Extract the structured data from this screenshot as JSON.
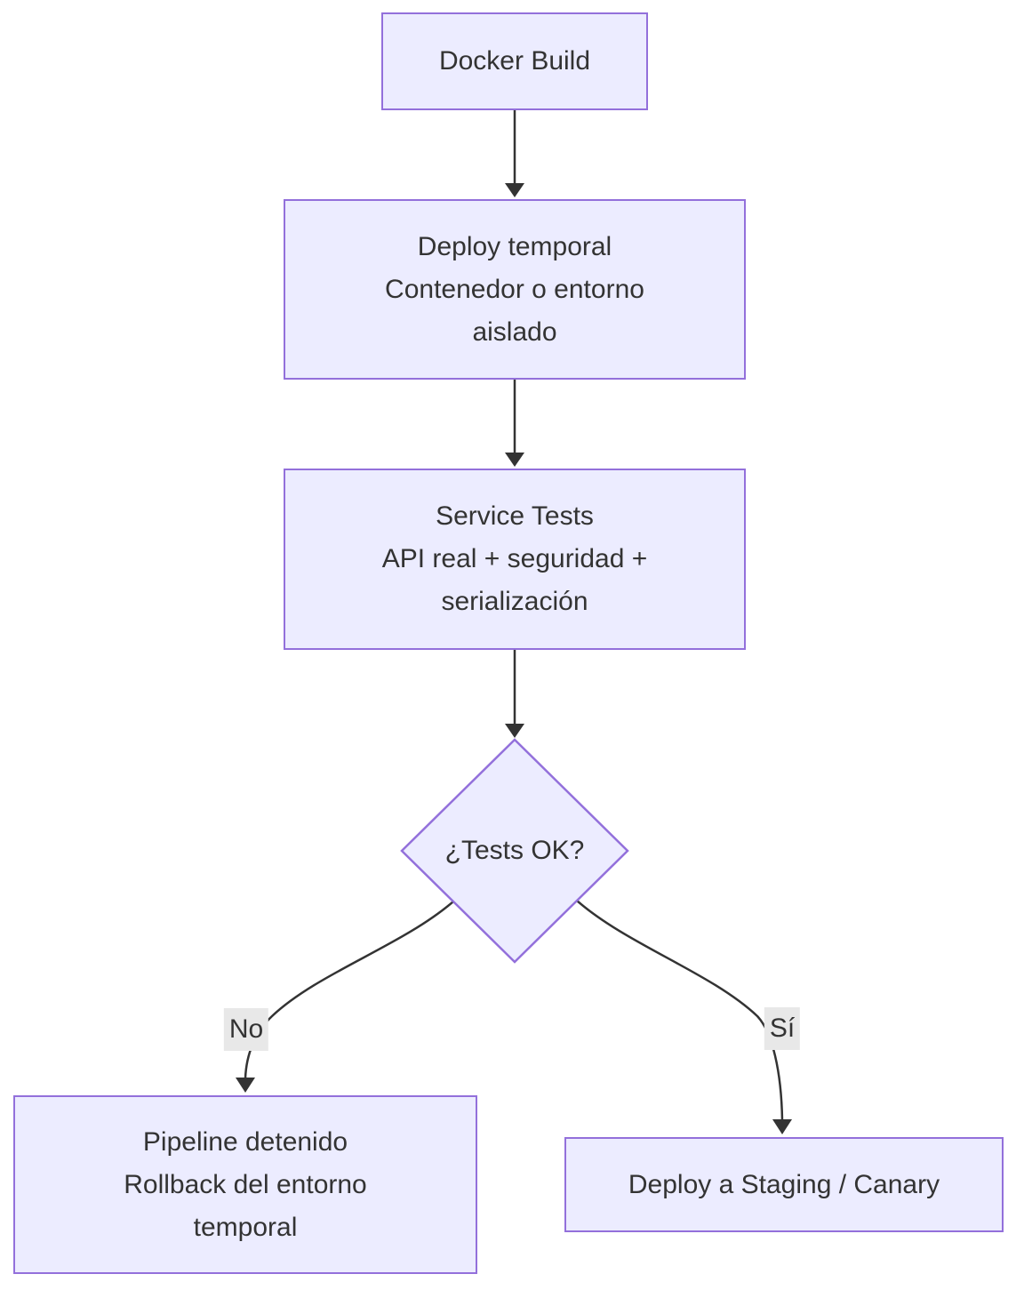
{
  "diagram": {
    "type": "flowchart",
    "direction": "top-down",
    "colors": {
      "background": "#ffffff",
      "node_fill": "#ECECFF",
      "node_border": "#9370DB",
      "text": "#333333",
      "edge_line": "#333333",
      "edge_label_background": "#e8e8e8"
    },
    "nodes": {
      "docker_build": {
        "shape": "rect",
        "label": "Docker Build"
      },
      "deploy_temporal": {
        "shape": "rect",
        "label": "Deploy temporal\nContenedor o entorno\naislado"
      },
      "service_tests": {
        "shape": "rect",
        "label": "Service Tests\nAPI real + seguridad +\nserialización"
      },
      "tests_ok": {
        "shape": "diamond",
        "label": "¿Tests OK?"
      },
      "pipeline_detenido": {
        "shape": "rect",
        "label": "Pipeline detenido\nRollback del entorno\ntemporal"
      },
      "deploy_staging": {
        "shape": "rect",
        "label": "Deploy a Staging / Canary"
      }
    },
    "edges": [
      {
        "from": "docker_build",
        "to": "deploy_temporal",
        "label": ""
      },
      {
        "from": "deploy_temporal",
        "to": "service_tests",
        "label": ""
      },
      {
        "from": "service_tests",
        "to": "tests_ok",
        "label": ""
      },
      {
        "from": "tests_ok",
        "to": "pipeline_detenido",
        "label": "No"
      },
      {
        "from": "tests_ok",
        "to": "deploy_staging",
        "label": "Sí"
      }
    ]
  }
}
